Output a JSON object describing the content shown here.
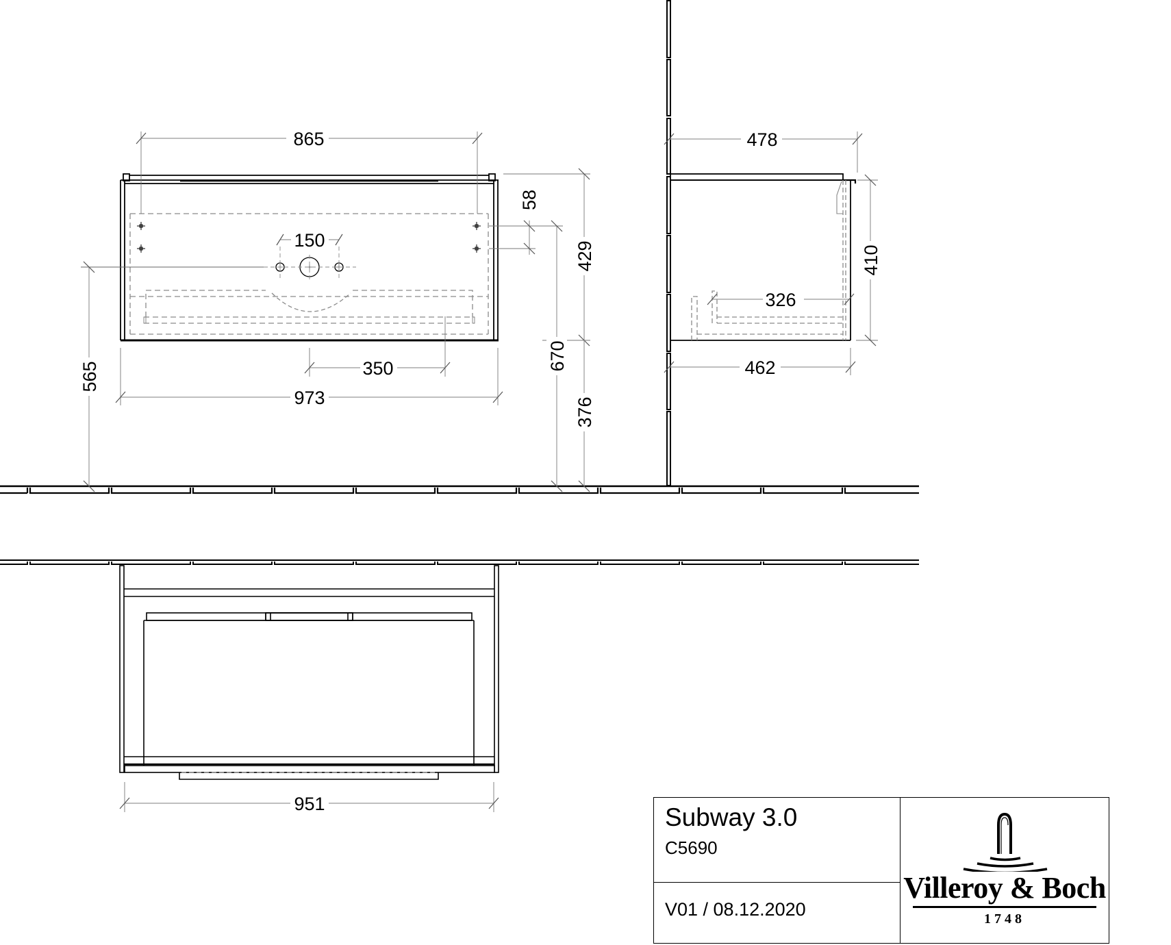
{
  "drawing": {
    "front_view": {
      "dimensions": {
        "overall_mount_width": "865",
        "tap_hole_spacing": "150",
        "hole_vertical_spacing": "58",
        "cabinet_height": "429",
        "tap_hole_height_from_floor": "565",
        "drain_offset": "350",
        "overall_width": "973",
        "top_height_from_floor": "670",
        "bottom_height_from_floor": "376"
      }
    },
    "side_view": {
      "dimensions": {
        "top_depth": "478",
        "body_height": "410",
        "drawer_depth": "326",
        "body_depth": "462"
      }
    },
    "plan_view": {
      "dimensions": {
        "width": "951"
      }
    }
  },
  "title_block": {
    "product_name": "Subway 3.0",
    "product_code": "C5690",
    "version_date": "V01 / 08.12.2020",
    "brand_name": "Villeroy & Boch",
    "brand_year": "1748"
  }
}
